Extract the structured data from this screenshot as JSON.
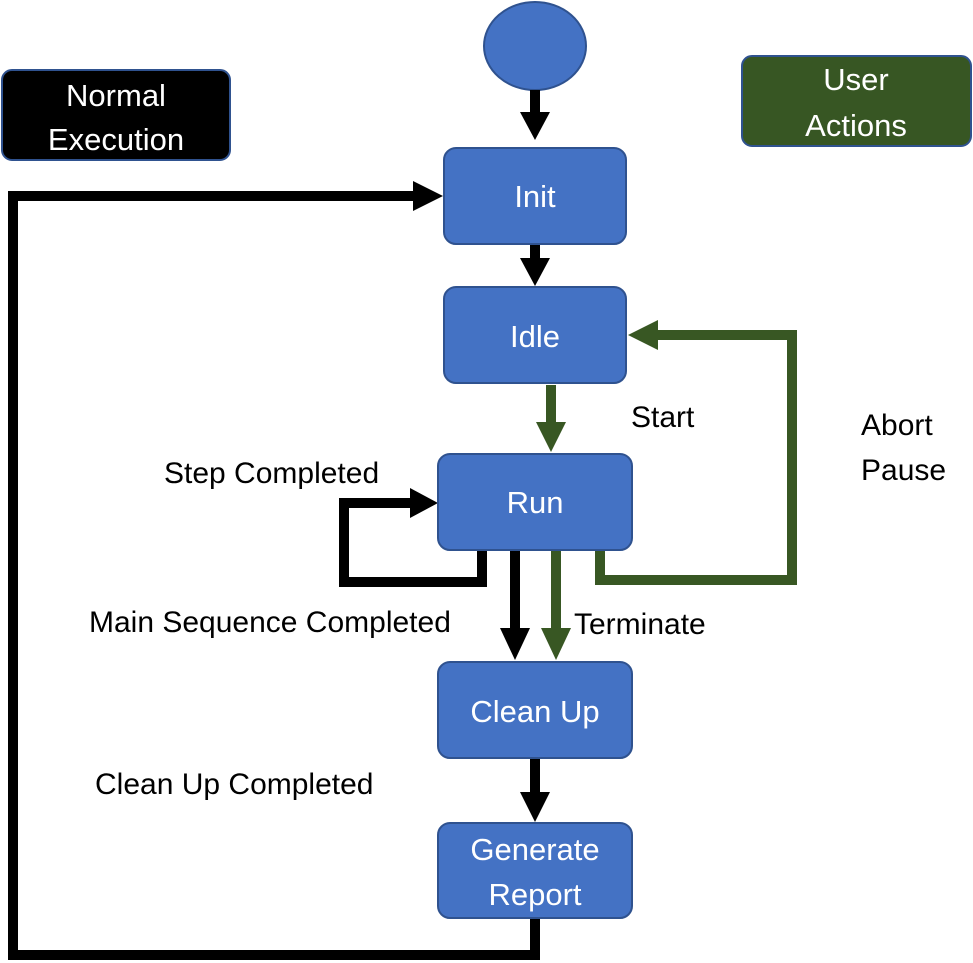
{
  "colors": {
    "state_fill": "#4472C4",
    "state_stroke": "#2F528F",
    "normal_flow": "#000000",
    "user_flow": "#385723",
    "legend_normal_fill": "#000000",
    "legend_user_fill": "#375623"
  },
  "legend": {
    "normal": [
      "Normal",
      "Execution"
    ],
    "user": [
      "User",
      "Actions"
    ]
  },
  "states": {
    "init": "Init",
    "idle": "Idle",
    "run": "Run",
    "cleanup": "Clean Up",
    "report": [
      "Generate",
      "Report"
    ]
  },
  "transitions": {
    "start": "Start",
    "abort_pause": [
      "Abort",
      "Pause"
    ],
    "step_completed": "Step Completed",
    "main_sequence_completed": "Main Sequence Completed",
    "terminate": "Terminate",
    "cleanup_completed": "Clean Up Completed"
  }
}
